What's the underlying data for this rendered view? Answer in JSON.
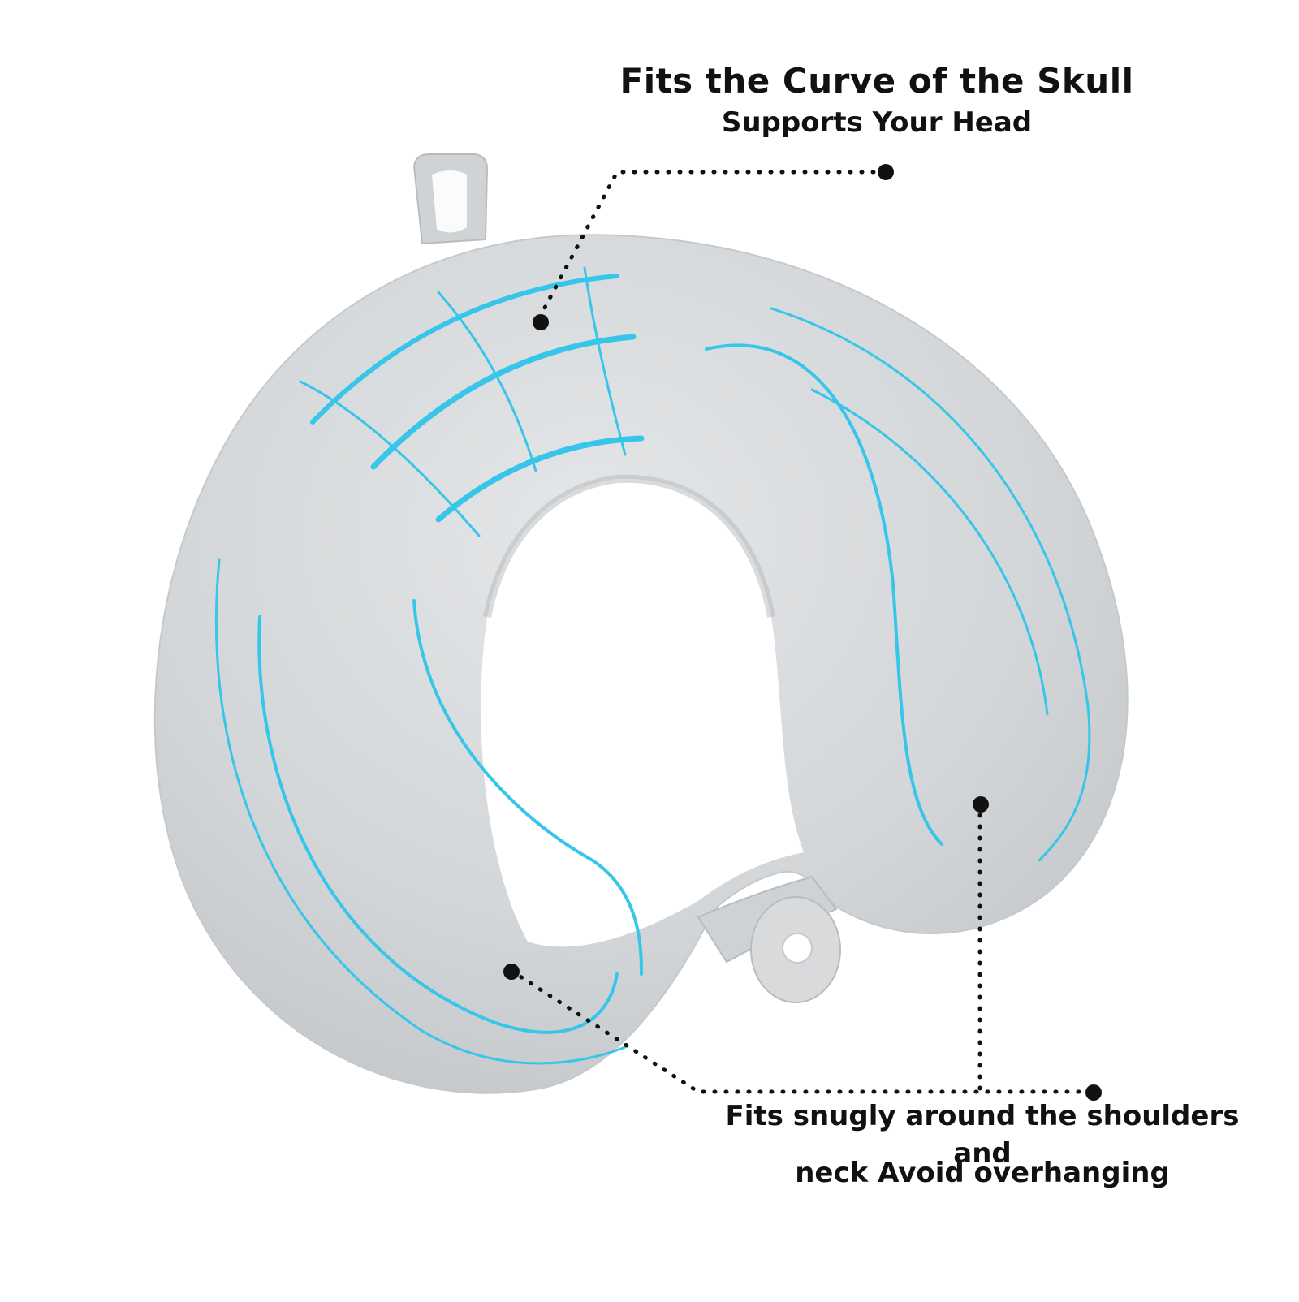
{
  "callouts": {
    "top": {
      "title": "Fits the Curve of the Skull",
      "subtitle": "Supports Your Head"
    },
    "bottom": {
      "line1": "Fits snugly around the shoulders and",
      "line2": "neck Avoid overhanging"
    }
  },
  "colors": {
    "pillow": "#d3d6d8",
    "pillow_shadow": "#b7babd",
    "pillow_highlight": "#e4e6e8",
    "accent_lines": "#37c6ea",
    "text": "#111111",
    "background": "#ffffff"
  },
  "icons": {
    "pillow": "u-shaped-neck-pillow",
    "marker": "filled-dot"
  }
}
